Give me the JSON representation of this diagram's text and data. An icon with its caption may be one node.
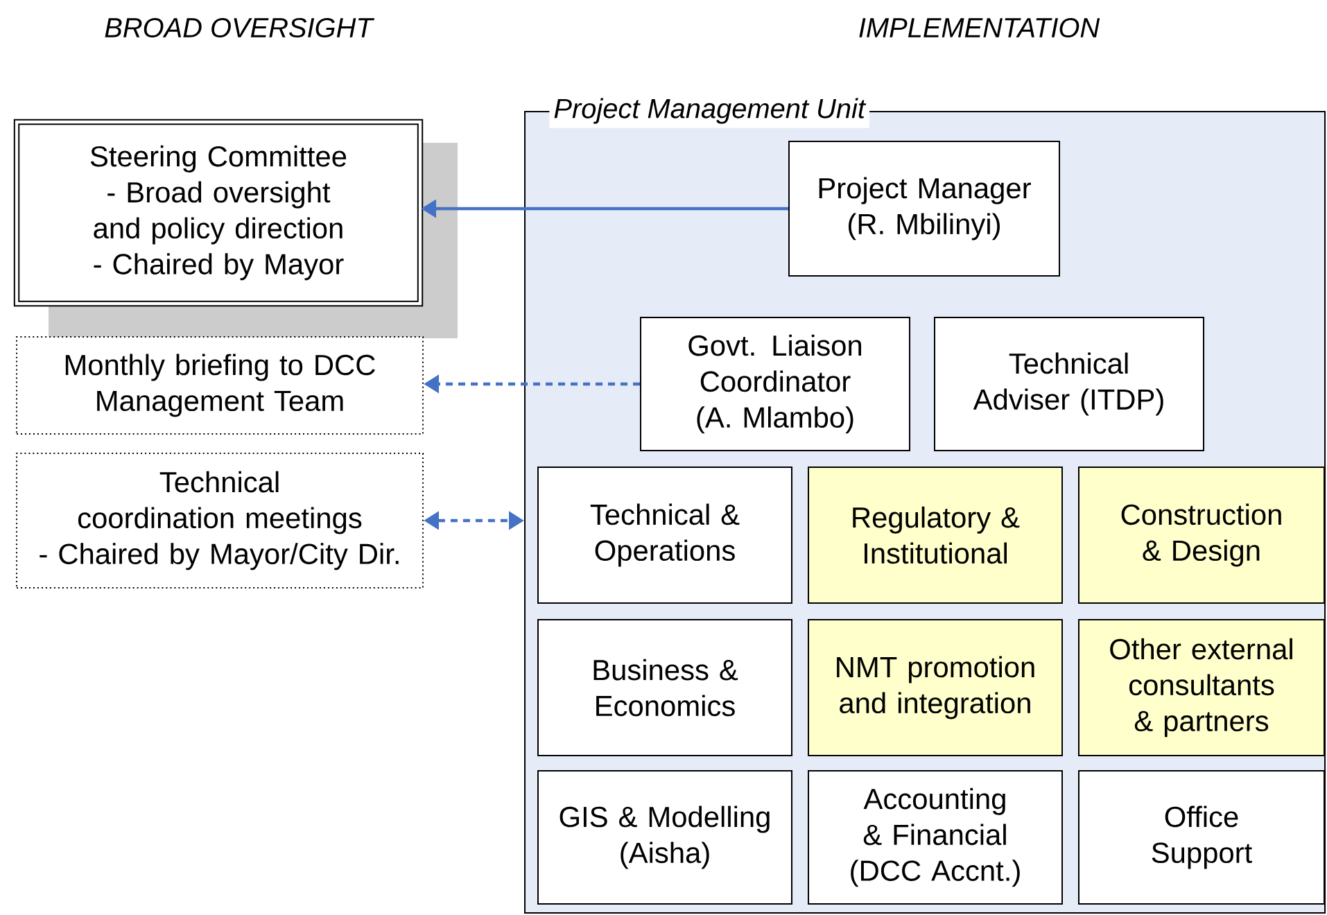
{
  "diagram": {
    "nodes": [
      {
        "text": [
          "Steering Committee",
          "- Broad oversight and policy direction",
          "- Chaired by Mayor"
        ]
      },
      {
        "text": [
          "Monthly briefing to DCC Management Team"
        ]
      },
      {
        "text": [
          "Technical coordination meetings",
          "- Chaired by Mayor/City Dir."
        ]
      },
      {
        "text": [
          "Project Management Unit"
        ]
      },
      {
        "text": [
          "Project Manager (R. Mbilinyi)"
        ],
        "in": 3
      },
      {
        "text": [
          "Govt. Liaison Coordinator (A. Mlambo)"
        ],
        "in": 3
      },
      {
        "text": [
          "Technical Adviser (ITDP)"
        ],
        "in": 3
      },
      {
        "text": [
          "Technical & Operations"
        ],
        "in": 3
      },
      {
        "text": [
          "Regulatory & Institutional"
        ],
        "in": 3
      },
      {
        "text": [
          "Construction & Design"
        ],
        "in": 3
      },
      {
        "text": [
          "Business & Economics"
        ],
        "in": 3
      },
      {
        "text": [
          "NMT promotion and integration"
        ],
        "in": 3
      },
      {
        "text": [
          "Other external consultants & partners"
        ],
        "in": 3
      },
      {
        "text": [
          "GIS & Modelling (Aisha)"
        ],
        "in": 3
      },
      {
        "text": [
          "Accounting & Financial (DCC Accnt.)"
        ],
        "in": 3
      },
      {
        "text": [
          "Office Support"
        ],
        "in": 3
      }
    ],
    "edges": [
      {
        "from": 4,
        "to": 0,
        "arrow": "to"
      },
      {
        "from": 5,
        "to": 1,
        "arrow": "to",
        "style": "dashed"
      },
      {
        "from": 2,
        "to": 3,
        "arrow": "both",
        "style": "dashed"
      }
    ],
    "labels": [
      "BROAD OVERSIGHT",
      "IMPLEMENTATION"
    ]
  }
}
